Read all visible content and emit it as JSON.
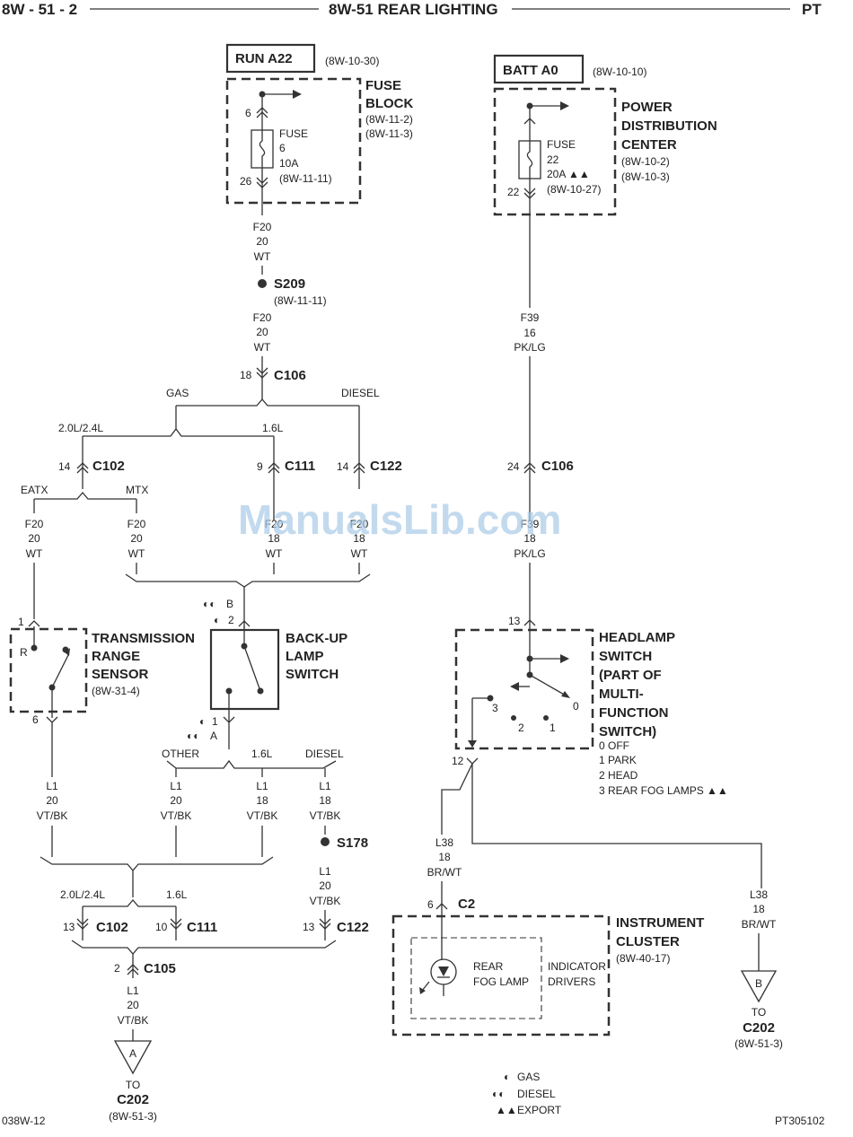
{
  "header": {
    "page_left": "8W - 51 - 2",
    "title": "8W-51 REAR LIGHTING",
    "page_right": "PT"
  },
  "footer": {
    "left": "038W-12",
    "right": "PT305102"
  },
  "watermark": "ManualsLib.com",
  "legend": {
    "gas": "GAS",
    "diesel": "DIESEL",
    "export": "EXPORT"
  },
  "run_a22": {
    "label": "RUN A22",
    "ref": "(8W-10-30)"
  },
  "fuse_block": {
    "title1": "FUSE",
    "title2": "BLOCK",
    "ref1": "(8W-11-2)",
    "ref2": "(8W-11-3)",
    "fuse": "FUSE",
    "num": "6",
    "amps": "10A",
    "fuse_ref": "(8W-11-11)",
    "pin_in": "6",
    "pin_out": "26"
  },
  "wire_f20_a": {
    "circuit": "F20",
    "gauge": "20",
    "color": "WT"
  },
  "s209": {
    "label": "S209",
    "ref": "(8W-11-11)"
  },
  "wire_f20_b": {
    "circuit": "F20",
    "gauge": "20",
    "color": "WT"
  },
  "c106_left": {
    "pin": "18",
    "label": "C106"
  },
  "branch": {
    "gas": "GAS",
    "diesel": "DIESEL",
    "eng_24": "2.0L/2.4L",
    "eng_16": "1.6L",
    "eatx": "EATX",
    "mtx": "MTX"
  },
  "c102_top": {
    "pin": "14",
    "label": "C102"
  },
  "c111_top": {
    "pin": "9",
    "label": "C111"
  },
  "c122_top": {
    "pin": "14",
    "label": "C122"
  },
  "wires_mid": [
    {
      "circuit": "F20",
      "gauge": "20",
      "color": "WT"
    },
    {
      "circuit": "F20",
      "gauge": "20",
      "color": "WT"
    },
    {
      "circuit": "F20",
      "gauge": "18",
      "color": "WT"
    },
    {
      "circuit": "F20",
      "gauge": "18",
      "color": "WT"
    }
  ],
  "trs": {
    "pin_top": "1",
    "pin_bot": "6",
    "r": "R",
    "title1": "TRANSMISSION",
    "title2": "RANGE",
    "title3": "SENSOR",
    "ref": "(8W-31-4)"
  },
  "bls": {
    "pin_b": "B",
    "pin_2": "2",
    "pin_1": "1",
    "pin_a": "A",
    "title1": "BACK-UP",
    "title2": "LAMP",
    "title3": "SWITCH"
  },
  "branch2": {
    "other": "OTHER",
    "eng_16": "1.6L",
    "diesel": "DIESEL",
    "eng_24": "2.0L/2.4L",
    "eng_16b": "1.6L"
  },
  "wires_l1": [
    {
      "circuit": "L1",
      "gauge": "20",
      "color": "VT/BK"
    },
    {
      "circuit": "L1",
      "gauge": "20",
      "color": "VT/BK"
    },
    {
      "circuit": "L1",
      "gauge": "18",
      "color": "VT/BK"
    },
    {
      "circuit": "L1",
      "gauge": "18",
      "color": "VT/BK"
    }
  ],
  "s178": {
    "label": "S178"
  },
  "wire_l1_s178": {
    "circuit": "L1",
    "gauge": "20",
    "color": "VT/BK"
  },
  "c102_bot": {
    "pin": "13",
    "label": "C102"
  },
  "c111_bot": {
    "pin": "10",
    "label": "C111"
  },
  "c122_bot": {
    "pin": "13",
    "label": "C122"
  },
  "c105": {
    "pin": "2",
    "label": "C105"
  },
  "wire_l1_out": {
    "circuit": "L1",
    "gauge": "20",
    "color": "VT/BK"
  },
  "to_a": {
    "letter": "A",
    "to": "TO",
    "conn": "C202",
    "ref": "(8W-51-3)"
  },
  "batt_a0": {
    "label": "BATT A0",
    "ref": "(8W-10-10)"
  },
  "pdc": {
    "title1": "POWER",
    "title2": "DISTRIBUTION",
    "title3": "CENTER",
    "ref1": "(8W-10-2)",
    "ref2": "(8W-10-3)",
    "fuse": "FUSE",
    "num": "22",
    "amps": "20A ▲▲",
    "fuse_ref": "(8W-10-27)",
    "pin_out": "22"
  },
  "wire_f39_a": {
    "circuit": "F39",
    "gauge": "16",
    "color": "PK/LG"
  },
  "c106_right": {
    "pin": "24",
    "label": "C106"
  },
  "wire_f39_b": {
    "circuit": "F39",
    "gauge": "18",
    "color": "PK/LG"
  },
  "headlamp": {
    "pin_in": "13",
    "pin_out": "12",
    "title1": "HEADLAMP",
    "title2": "SWITCH",
    "title3": "(PART OF",
    "title4": "MULTI-",
    "title5": "FUNCTION",
    "title6": "SWITCH)",
    "p0": "0",
    "p1": "1",
    "p2": "2",
    "p3": "3",
    "opt0": "0 OFF",
    "opt1": "1 PARK",
    "opt2": "2 HEAD",
    "opt3": "3 REAR FOG LAMPS ▲▲"
  },
  "wire_l38_a": {
    "circuit": "L38",
    "gauge": "18",
    "color": "BR/WT"
  },
  "wire_l38_b": {
    "circuit": "L38",
    "gauge": "18",
    "color": "BR/WT"
  },
  "c2": {
    "pin": "6",
    "label": "C2"
  },
  "cluster": {
    "title1": "INSTRUMENT",
    "title2": "CLUSTER",
    "ref": "(8W-40-17)",
    "lamp1": "REAR",
    "lamp2": "FOG LAMP",
    "ind1": "INDICATOR",
    "ind2": "DRIVERS"
  },
  "to_b": {
    "letter": "B",
    "to": "TO",
    "conn": "C202",
    "ref": "(8W-51-3)"
  }
}
